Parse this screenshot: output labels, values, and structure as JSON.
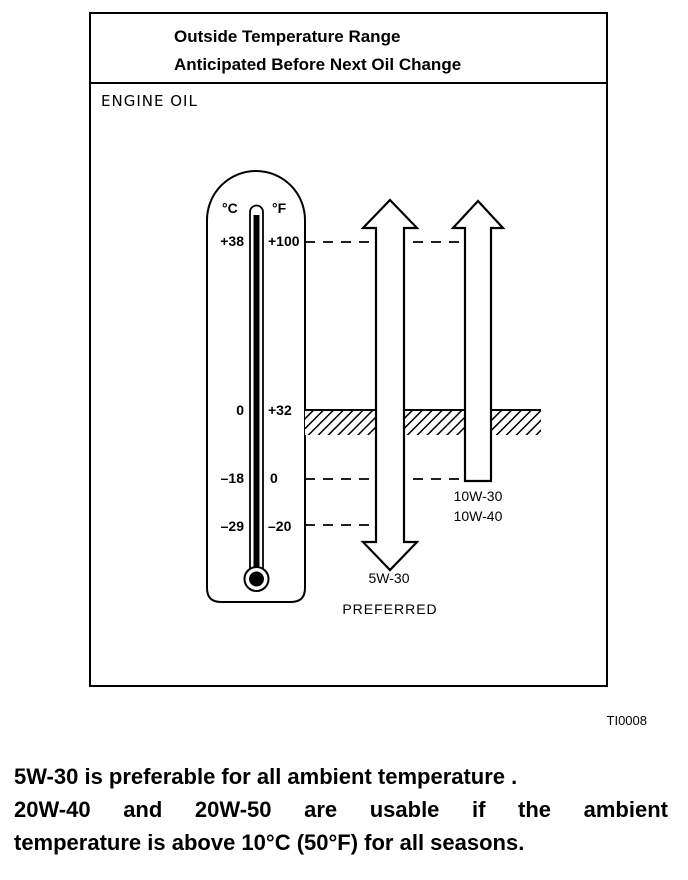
{
  "header": {
    "line1": "Outside Temperature Range",
    "line2": "Anticipated Before Next Oil Change"
  },
  "section_label": "ENGINE OIL",
  "thermometer": {
    "unit_c": "°C",
    "unit_f": "°F",
    "marks": [
      {
        "c": "+38",
        "f": "+100"
      },
      {
        "c": "0",
        "f": "+32"
      },
      {
        "c": "–18",
        "f": "0"
      },
      {
        "c": "–29",
        "f": "–20"
      }
    ]
  },
  "oils": {
    "wide_range": {
      "grade": "5W-30",
      "note": "PREFERRED"
    },
    "narrow_range": {
      "grade_1": "10W-30",
      "grade_2": "10W-40"
    }
  },
  "figure_id": "TI0008",
  "caption": {
    "line1": "5W-30 is preferable for all ambient temperature .",
    "line2": "20W-40 and 20W-50 are usable if the ambient",
    "line3": "temperature is above 10°C (50°F) for all seasons."
  },
  "colors": {
    "ink": "#000000",
    "paper": "#ffffff"
  }
}
